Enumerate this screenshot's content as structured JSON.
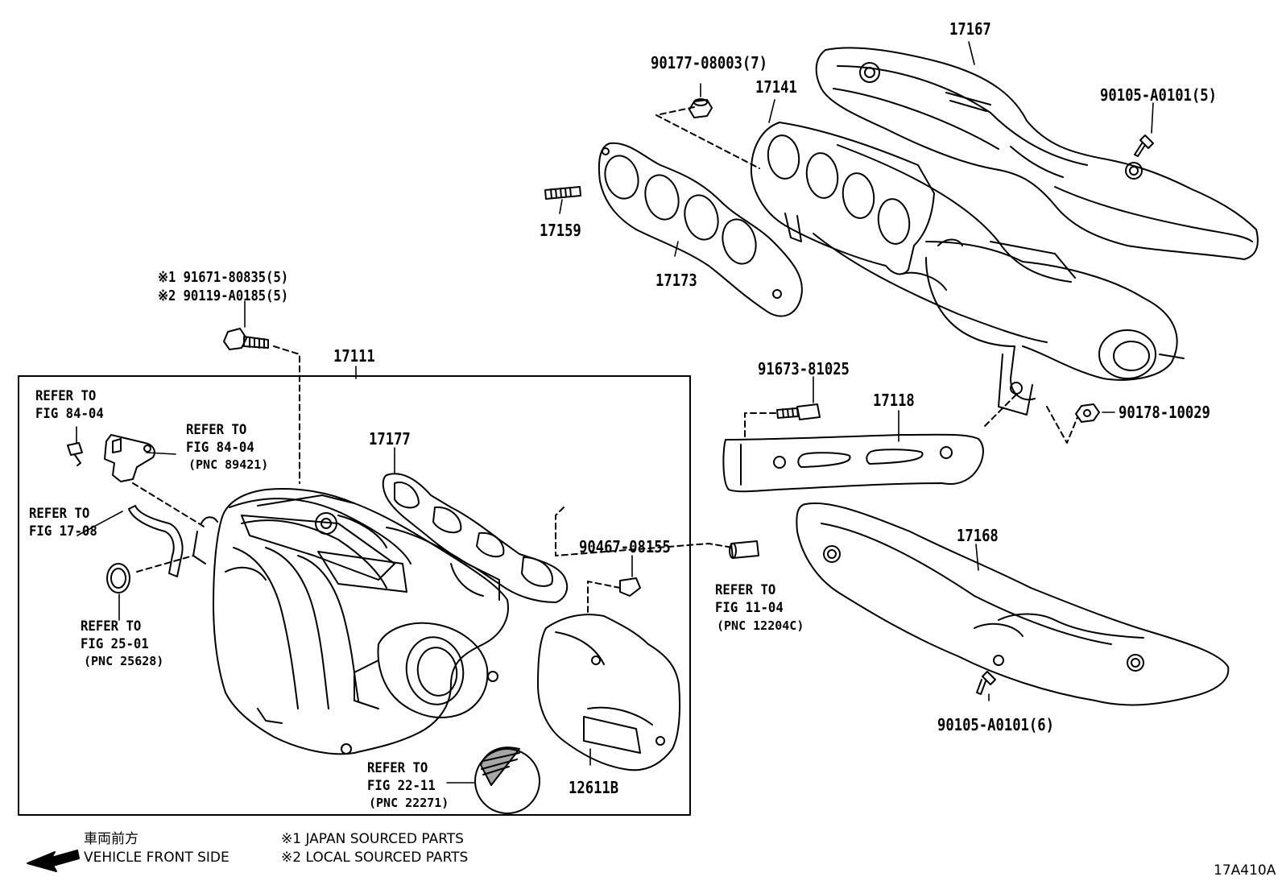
{
  "callouts": {
    "p17167": "17167",
    "p17141": "17141",
    "p90177": "90177-08003(7)",
    "p90105a": "90105-A0101(5)",
    "p17159": "17159",
    "p17173": "17173",
    "p91671": "※1 91671-80835(5)",
    "p90119": "※2 90119-A0185(5)",
    "p17111": "17111",
    "p91673": "91673-81025",
    "p17118": "17118",
    "p90178": "90178-10029",
    "p17177": "17177",
    "p17168": "17168",
    "p90467": "90467-08155",
    "p12611b": "12611B",
    "p90105b": "90105-A0101(6)"
  },
  "refs": {
    "ref1": {
      "line1": "REFER TO",
      "line2": "FIG 84-04"
    },
    "ref2": {
      "line1": "REFER TO",
      "line2": "FIG 84-04",
      "pnc": "(PNC 89421)"
    },
    "ref3": {
      "line1": "REFER TO",
      "line2": "FIG 17-08"
    },
    "ref4": {
      "line1": "REFER TO",
      "line2": "FIG 25-01",
      "pnc": "(PNC 25628)"
    },
    "ref5": {
      "line1": "REFER TO",
      "line2": "FIG 11-04",
      "pnc": "(PNC 12204C)"
    },
    "ref6": {
      "line1": "REFER TO",
      "line2": "FIG 22-11",
      "pnc": "(PNC 22271)"
    }
  },
  "legend": {
    "direction_jp": "車両前方",
    "direction_en": "VEHICLE FRONT SIDE",
    "note1": "※1 JAPAN SOURCED PARTS",
    "note2": "※2 LOCAL SOURCED PARTS"
  },
  "figure_code": "17A410A"
}
